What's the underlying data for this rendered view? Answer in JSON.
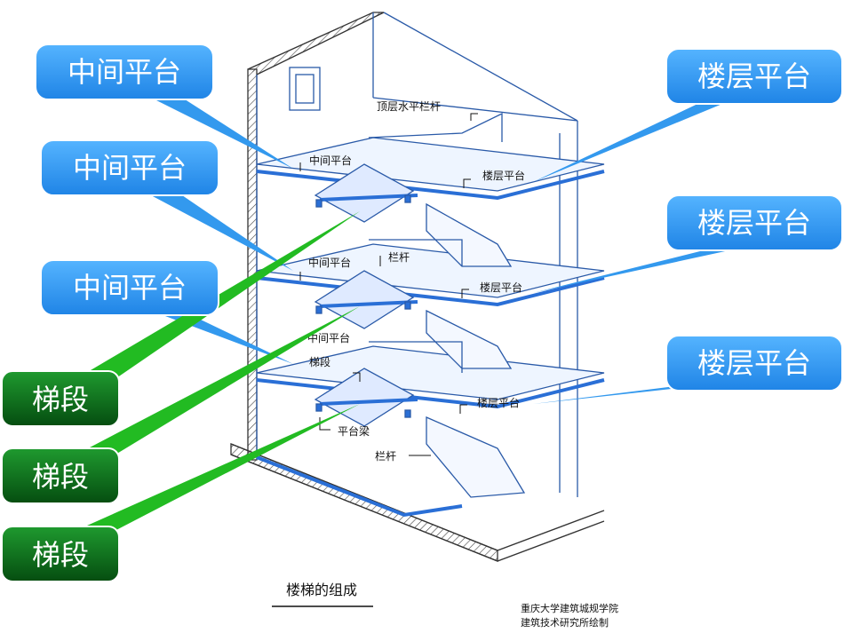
{
  "callouts": {
    "middle_landing_1": "中间平台",
    "middle_landing_2": "中间平台",
    "middle_landing_3": "中间平台",
    "floor_landing_1": "楼层平台",
    "floor_landing_2": "楼层平台",
    "floor_landing_3": "楼层平台",
    "flight_1": "梯段",
    "flight_2": "梯段",
    "flight_3": "梯段"
  },
  "diagram_labels": {
    "top_railing": "顶层水平栏杆",
    "middle_landing_a": "中间平台",
    "floor_landing_a": "楼层平台",
    "middle_landing_b": "中间平台",
    "railing_a": "栏杆",
    "floor_landing_b": "楼层平台",
    "middle_landing_c": "中间平台",
    "flight": "梯段",
    "floor_landing_c": "楼层平台",
    "landing_beam": "平台梁",
    "railing_b": "栏杆"
  },
  "caption": "楼梯的组成",
  "credit": {
    "line1": "重庆大学建筑城规学院",
    "line2": "建筑技术研究所绘制"
  },
  "colors": {
    "blue_callout": "#3399ee",
    "green_callout": "#0b6e1a",
    "structure_blue": "#2a6fd6",
    "line": "#2a5aa8"
  }
}
